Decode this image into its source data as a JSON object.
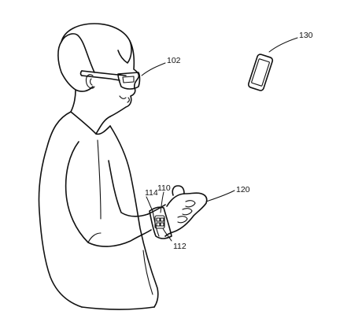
{
  "figure": {
    "labels": {
      "glasses": "102",
      "phone": "130",
      "wrist": "110",
      "band": "114",
      "sensor": "112",
      "hand": "120"
    },
    "colors": {
      "line": "#111111",
      "background": "#ffffff"
    }
  }
}
